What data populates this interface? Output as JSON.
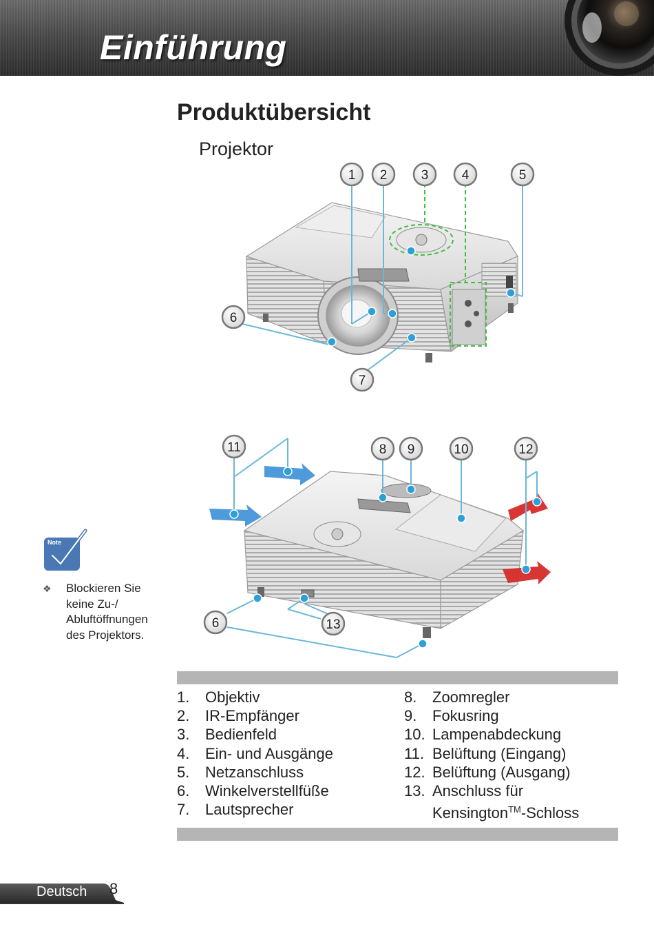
{
  "header": {
    "title": "Einführung"
  },
  "section_title": "Produktübersicht",
  "subsection_title": "Projektor",
  "callouts_top": [
    "1",
    "2",
    "3",
    "4",
    "5",
    "6",
    "7"
  ],
  "callouts_bottom": [
    "11",
    "8",
    "9",
    "10",
    "12",
    "6",
    "13"
  ],
  "note": {
    "icon_text": "Note",
    "bullet": "❖",
    "text": "Blockieren Sie keine Zu-/ Abluftöffnungen des Projektors."
  },
  "parts_left": [
    {
      "num": "1.",
      "label": "Objektiv"
    },
    {
      "num": "2.",
      "label": "IR-Empfänger"
    },
    {
      "num": "3.",
      "label": "Bedienfeld"
    },
    {
      "num": "4.",
      "label": "Ein- und Ausgänge"
    },
    {
      "num": "5.",
      "label": "Netzanschluss"
    },
    {
      "num": "6.",
      "label": "Winkelverstellfüße"
    },
    {
      "num": "7.",
      "label": "Lautsprecher"
    }
  ],
  "parts_right": [
    {
      "num": "8.",
      "label": "Zoomregler"
    },
    {
      "num": "9.",
      "label": "Fokusring"
    },
    {
      "num": "10.",
      "label": "Lampenabdeckung"
    },
    {
      "num": "11.",
      "label": "Belüftung (Eingang)"
    },
    {
      "num": "12.",
      "label": "Belüftung (Ausgang)"
    },
    {
      "num": "13.",
      "label": "Anschluss für"
    },
    {
      "num": "",
      "label": "Kensington",
      "sup": "TM",
      "suffix": "-Schloss"
    }
  ],
  "footer": {
    "language": "Deutsch",
    "page": "8"
  },
  "colors": {
    "callout_line": "#6bb6d9",
    "dot": "#2f9fd8",
    "dashed": "#3fbf3f",
    "arrow_in": "#3b8fd6",
    "arrow_out": "#d62a2a",
    "bar": "#b5b5b5",
    "note_icon": "#4a78b4"
  }
}
